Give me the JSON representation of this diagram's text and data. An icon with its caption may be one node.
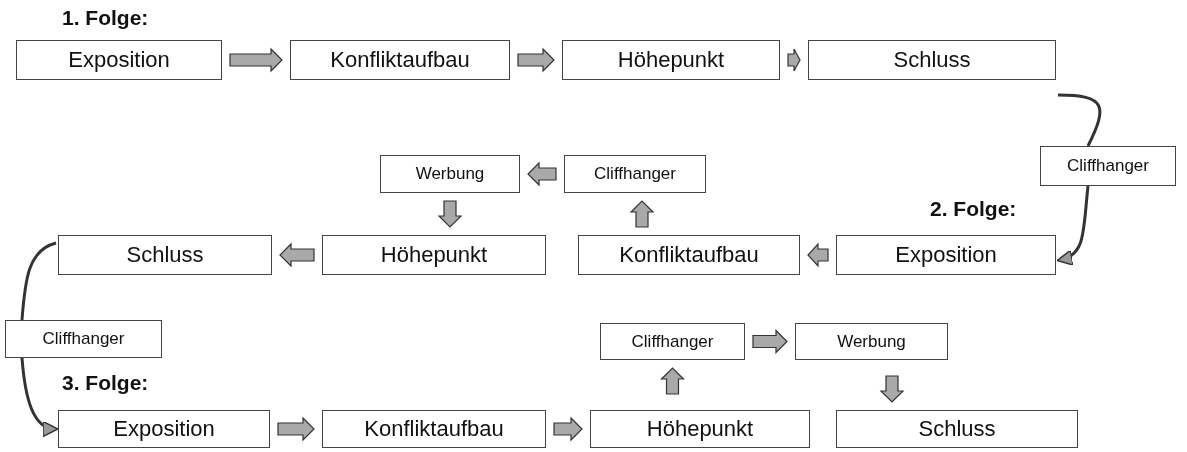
{
  "diagram": {
    "nodes": [
      {
        "text": [
          "Exposition"
        ]
      },
      {
        "text": [
          "Konfliktaufbau"
        ]
      },
      {
        "text": [
          "Höhepunkt"
        ]
      },
      {
        "text": [
          "Schluss"
        ]
      },
      {
        "text": [
          "Cliffhanger"
        ]
      },
      {
        "text": [
          "Exposition"
        ]
      },
      {
        "text": [
          "Konfliktaufbau"
        ]
      },
      {
        "text": [
          "Cliffhanger"
        ]
      },
      {
        "text": [
          "Werbung"
        ]
      },
      {
        "text": [
          "Höhepunkt"
        ]
      },
      {
        "text": [
          "Schluss"
        ]
      },
      {
        "text": [
          "Cliffhanger"
        ]
      },
      {
        "text": [
          "Exposition"
        ]
      },
      {
        "text": [
          "Konfliktaufbau"
        ]
      },
      {
        "text": [
          "Höhepunkt"
        ]
      },
      {
        "text": [
          "Cliffhanger"
        ]
      },
      {
        "text": [
          "Werbung"
        ]
      },
      {
        "text": [
          "Schluss"
        ]
      }
    ],
    "edges": [
      {
        "from": 0,
        "to": 1,
        "arrow": "to"
      },
      {
        "from": 1,
        "to": 2,
        "arrow": "to"
      },
      {
        "from": 2,
        "to": 3,
        "arrow": "to"
      },
      {
        "from": 3,
        "to": 4,
        "arrow": "none"
      },
      {
        "from": 4,
        "to": 5,
        "arrow": "to"
      },
      {
        "from": 5,
        "to": 6,
        "arrow": "to"
      },
      {
        "from": 6,
        "to": 7,
        "arrow": "to"
      },
      {
        "from": 7,
        "to": 8,
        "arrow": "to"
      },
      {
        "from": 8,
        "to": 9,
        "arrow": "to"
      },
      {
        "from": 9,
        "to": 10,
        "arrow": "to"
      },
      {
        "from": 10,
        "to": 11,
        "arrow": "none"
      },
      {
        "from": 11,
        "to": 12,
        "arrow": "to"
      },
      {
        "from": 12,
        "to": 13,
        "arrow": "to"
      },
      {
        "from": 13,
        "to": 14,
        "arrow": "to"
      },
      {
        "from": 14,
        "to": 15,
        "arrow": "to"
      },
      {
        "from": 15,
        "to": 16,
        "arrow": "to"
      },
      {
        "from": 16,
        "to": 17,
        "arrow": "to"
      }
    ],
    "labels": [
      "1. Folge:",
      "2. Folge:",
      "3. Folge:"
    ]
  }
}
